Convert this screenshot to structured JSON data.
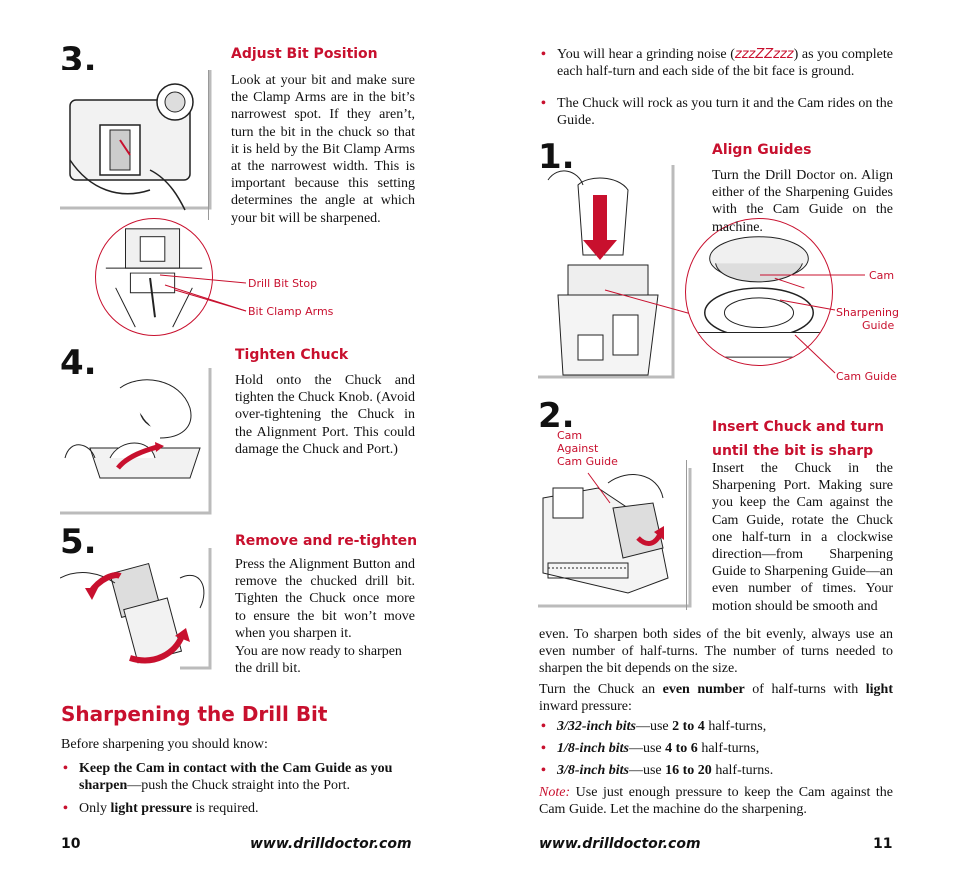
{
  "left": {
    "step3": {
      "number": "3.",
      "heading": "Adjust Bit Position",
      "text": "Look at your bit and make sure the Clamp Arms are in the bit’s narrowest spot. If they aren’t, turn the bit in the chuck so that it is held by the Bit Clamp Arms at the narrowest width. This is important because this setting determines the angle at which your bit will be sharpened.",
      "label_drill_bit_stop": "Drill Bit Stop",
      "label_bit_clamp_arms": "Bit Clamp Arms"
    },
    "step4": {
      "number": "4.",
      "heading": "Tighten Chuck",
      "text": "Hold onto the Chuck and tighten the Chuck Knob. (Avoid over-tightening the Chuck in the Alignment Port. This could damage the Chuck and Port.)"
    },
    "step5": {
      "number": "5.",
      "heading": "Remove and re-tighten",
      "text": "Press the Alignment Button and remove the chucked drill bit. Tighten the Chuck once more to ensure the bit won’t move when you sharpen it.",
      "text2": "You are now ready to sharpen the drill bit."
    },
    "sharpening": {
      "title": "Sharpening the Drill Bit",
      "intro": "Before sharpening you should know:",
      "bullet1_bold": "Keep the Cam in contact with the Cam Guide as you sharpen",
      "bullet1_rest": "—push the Chuck straight into the Port.",
      "bullet2_pre": "Only ",
      "bullet2_bold": "light pressure",
      "bullet2_rest": " is required."
    },
    "footer_page": "10",
    "footer_url": "www.drilldoctor.com"
  },
  "right": {
    "top_bullet1_pre": "You will hear a grinding noise (",
    "top_bullet1_zzz": "zzzZZzzz",
    "top_bullet1_post": ") as you complete each half-turn and each side of the bit face is ground.",
    "top_bullet2": "The Chuck will rock as you turn it and the Cam rides on the Guide.",
    "step1": {
      "number": "1.",
      "heading": "Align Guides",
      "text": "Turn the Drill Doctor on. Align either of the Sharpening Guides with the Cam Guide on the machine.",
      "label_cam": "Cam",
      "label_sharpening": "Sharpening",
      "label_guide": "Guide",
      "label_cam_guide": "Cam Guide"
    },
    "step2": {
      "number": "2.",
      "heading_line1": "Insert Chuck and turn",
      "heading_line2": "until the bit is sharp",
      "label_cam": "Cam",
      "label_against": "Against",
      "label_cam_guide": "Cam Guide",
      "text": "Insert the Chuck in the Sharpening Port. Making sure you keep the Cam against the Cam Guide, rotate the Chuck one half-turn in a clockwise direction—from Sharpening Guide to Sharpening Guide—an even number of times. Your motion should be smooth and",
      "text_cont": "even. To sharpen both sides of the bit evenly, always use an even number of half-turns. The number of turns needed to sharpen the bit depends on the size."
    },
    "turn_pre": "Turn the Chuck an ",
    "turn_bold1": "even number",
    "turn_mid": " of half-turns with ",
    "turn_bold2": "light",
    "turn_post": " inward pressure:",
    "sizes": [
      {
        "size": "3/32-inch bits",
        "pre": "—use ",
        "bold": "2 to 4",
        "post": " half-turns,"
      },
      {
        "size": "1/8-inch bits",
        "pre": "—use ",
        "bold": "4 to 6",
        "post": " half-turns,"
      },
      {
        "size": "3/8-inch bits",
        "pre": "—use ",
        "bold": "16 to 20",
        "post": " half-turns."
      }
    ],
    "note_label": "Note:",
    "note_text": " Use just enough pressure to keep the Cam against the Cam Guide. Let the machine do the sharpening.",
    "footer_url": "www.drilldoctor.com",
    "footer_page": "11"
  }
}
